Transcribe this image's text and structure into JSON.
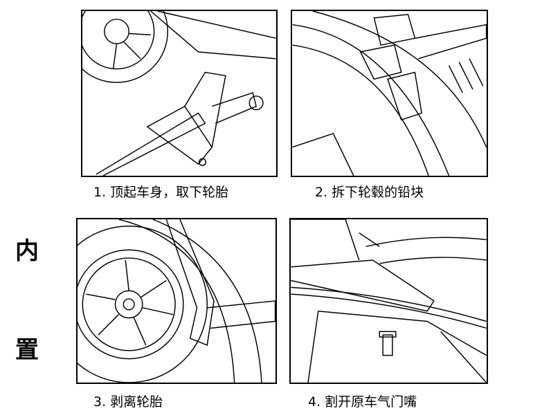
{
  "side_label": [
    "内",
    "置"
  ],
  "steps": [
    {
      "caption": "1. 顶起车身，取下轮胎"
    },
    {
      "caption": "2. 拆下轮毂的铅块"
    },
    {
      "caption": "3. 剥离轮胎"
    },
    {
      "caption": "4. 割开原车气门嘴"
    }
  ]
}
